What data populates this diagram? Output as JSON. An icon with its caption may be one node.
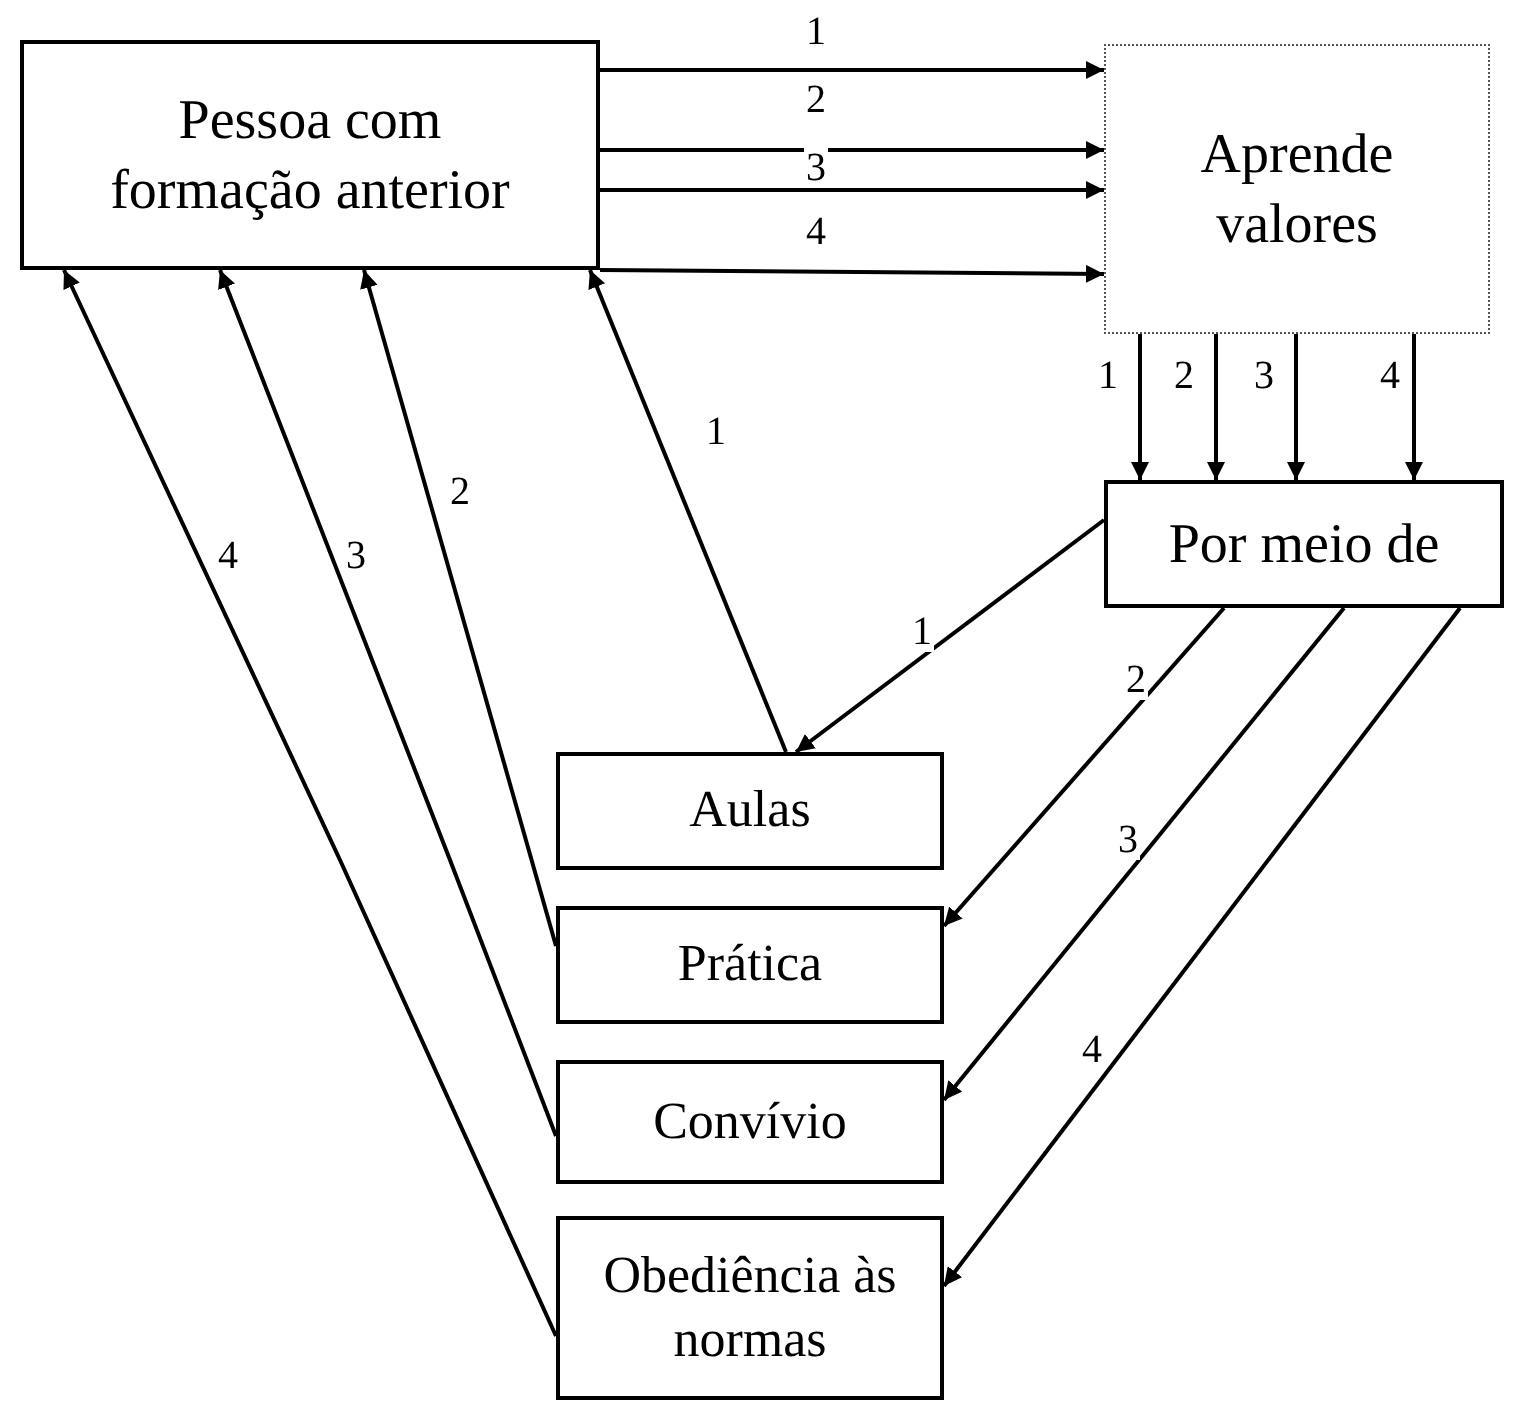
{
  "diagram": {
    "nodes": [
      {
        "text": [
          "Pessoa com formação anterior"
        ]
      },
      {
        "text": [
          "Aprende valores"
        ]
      },
      {
        "text": [
          "Por meio de"
        ]
      },
      {
        "text": [
          "Aulas"
        ]
      },
      {
        "text": [
          "Prática"
        ]
      },
      {
        "text": [
          "Convívio"
        ]
      },
      {
        "text": [
          "Obediência às normas"
        ]
      }
    ],
    "edges": [
      {
        "from": 0,
        "to": 1,
        "arrow": "to",
        "label": "1"
      },
      {
        "from": 0,
        "to": 1,
        "arrow": "to",
        "label": "2"
      },
      {
        "from": 0,
        "to": 1,
        "arrow": "to",
        "label": "3"
      },
      {
        "from": 0,
        "to": 1,
        "arrow": "to",
        "label": "4"
      },
      {
        "from": 1,
        "to": 2,
        "arrow": "to",
        "label": "1"
      },
      {
        "from": 1,
        "to": 2,
        "arrow": "to",
        "label": "2"
      },
      {
        "from": 1,
        "to": 2,
        "arrow": "to",
        "label": "3"
      },
      {
        "from": 1,
        "to": 2,
        "arrow": "to",
        "label": "4"
      },
      {
        "from": 2,
        "to": 3,
        "arrow": "to",
        "label": "1"
      },
      {
        "from": 2,
        "to": 4,
        "arrow": "to",
        "label": "2"
      },
      {
        "from": 2,
        "to": 5,
        "arrow": "to",
        "label": "3"
      },
      {
        "from": 2,
        "to": 6,
        "arrow": "to",
        "label": "4"
      },
      {
        "from": 3,
        "to": 0,
        "arrow": "to",
        "label": "1"
      },
      {
        "from": 4,
        "to": 0,
        "arrow": "to",
        "label": "2"
      },
      {
        "from": 5,
        "to": 0,
        "arrow": "to",
        "label": "3"
      },
      {
        "from": 6,
        "to": 0,
        "arrow": "to",
        "label": "4"
      }
    ]
  }
}
